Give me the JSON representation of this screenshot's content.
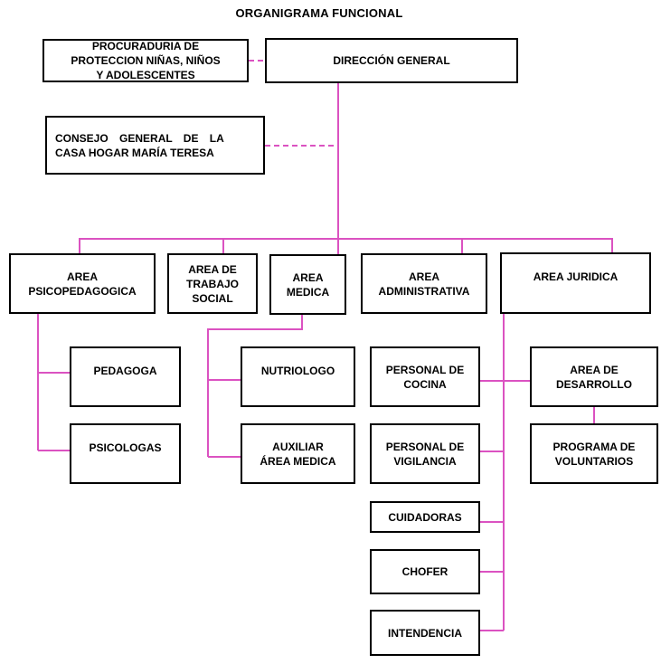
{
  "title": "ORGANIGRAMA FUNCIONAL",
  "colors": {
    "connector": "#db52c1",
    "box_border": "#000000",
    "text": "#000000",
    "background": "#ffffff"
  },
  "nodes": {
    "procuraduria": {
      "label": "PROCURADURIA DE\nPROTECCION NIÑAS, NIÑOS\nY ADOLESCENTES"
    },
    "direccion": {
      "label": "DIRECCIÓN GENERAL"
    },
    "consejo": {
      "line1": "CONSEJO GENERAL DE LA",
      "line2": "CASA HOGAR MARÍA TERESA"
    },
    "psicopedagogica": {
      "label": "AREA\nPSICOPEDAGOGICA"
    },
    "trabajo_social": {
      "label": "AREA DE\nTRABAJO\nSOCIAL"
    },
    "medica": {
      "label": "AREA\nMEDICA"
    },
    "administrativa": {
      "label": "AREA\nADMINISTRATIVA"
    },
    "juridica": {
      "label": "AREA JURIDICA"
    },
    "pedagoga": {
      "label": "PEDAGOGA"
    },
    "psicologas": {
      "label": "PSICOLOGAS"
    },
    "nutriologo": {
      "label": "NUTRIOLOGO"
    },
    "auxiliar_area_medica": {
      "label": "AUXILIAR\nÁREA MEDICA"
    },
    "personal_cocina": {
      "label": "PERSONAL DE\nCOCINA"
    },
    "personal_vigilancia": {
      "label": "PERSONAL DE\nVIGILANCIA"
    },
    "cuidadoras": {
      "label": "CUIDADORAS"
    },
    "chofer": {
      "label": "CHOFER"
    },
    "intendencia": {
      "label": "INTENDENCIA"
    },
    "area_desarrollo": {
      "label": "AREA DE\nDESARROLLO"
    },
    "programa_voluntarios": {
      "label": "PROGRAMA DE\nVOLUNTARIOS"
    }
  }
}
